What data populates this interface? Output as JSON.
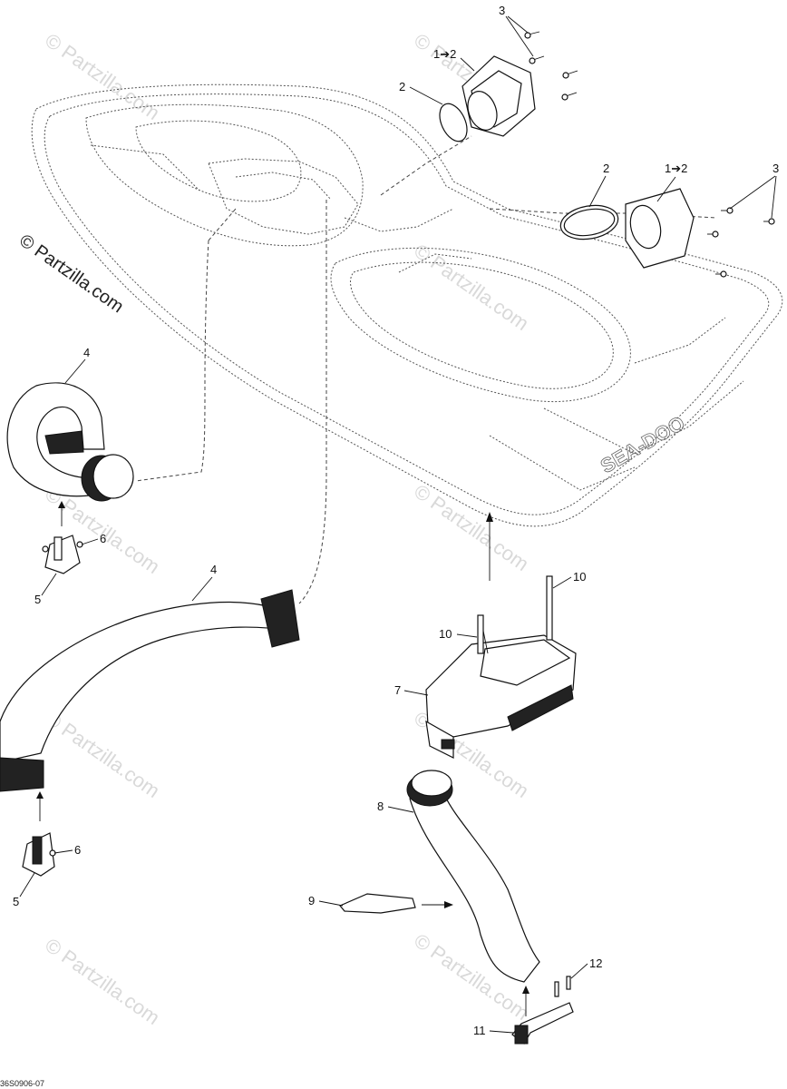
{
  "watermark": {
    "text": "© Partzilla.com"
  },
  "diagram_ref": "36S0906-07",
  "callouts": [
    {
      "id": "c3a",
      "label": "3"
    },
    {
      "id": "c12a",
      "label": "1➔2"
    },
    {
      "id": "c2a",
      "label": "2"
    },
    {
      "id": "c2b",
      "label": "2"
    },
    {
      "id": "c12b",
      "label": "1➔2"
    },
    {
      "id": "c3b",
      "label": "3"
    },
    {
      "id": "c4a",
      "label": "4"
    },
    {
      "id": "c6a",
      "label": "6"
    },
    {
      "id": "c5a",
      "label": "5"
    },
    {
      "id": "c4b",
      "label": "4"
    },
    {
      "id": "c10a",
      "label": "10"
    },
    {
      "id": "c10b",
      "label": "10"
    },
    {
      "id": "c7",
      "label": "7"
    },
    {
      "id": "c8",
      "label": "8"
    },
    {
      "id": "c6b",
      "label": "6"
    },
    {
      "id": "c5b",
      "label": "5"
    },
    {
      "id": "c9",
      "label": "9"
    },
    {
      "id": "c12",
      "label": "12"
    },
    {
      "id": "c11",
      "label": "11"
    }
  ],
  "hull_logo_text": "SEA-DOO"
}
